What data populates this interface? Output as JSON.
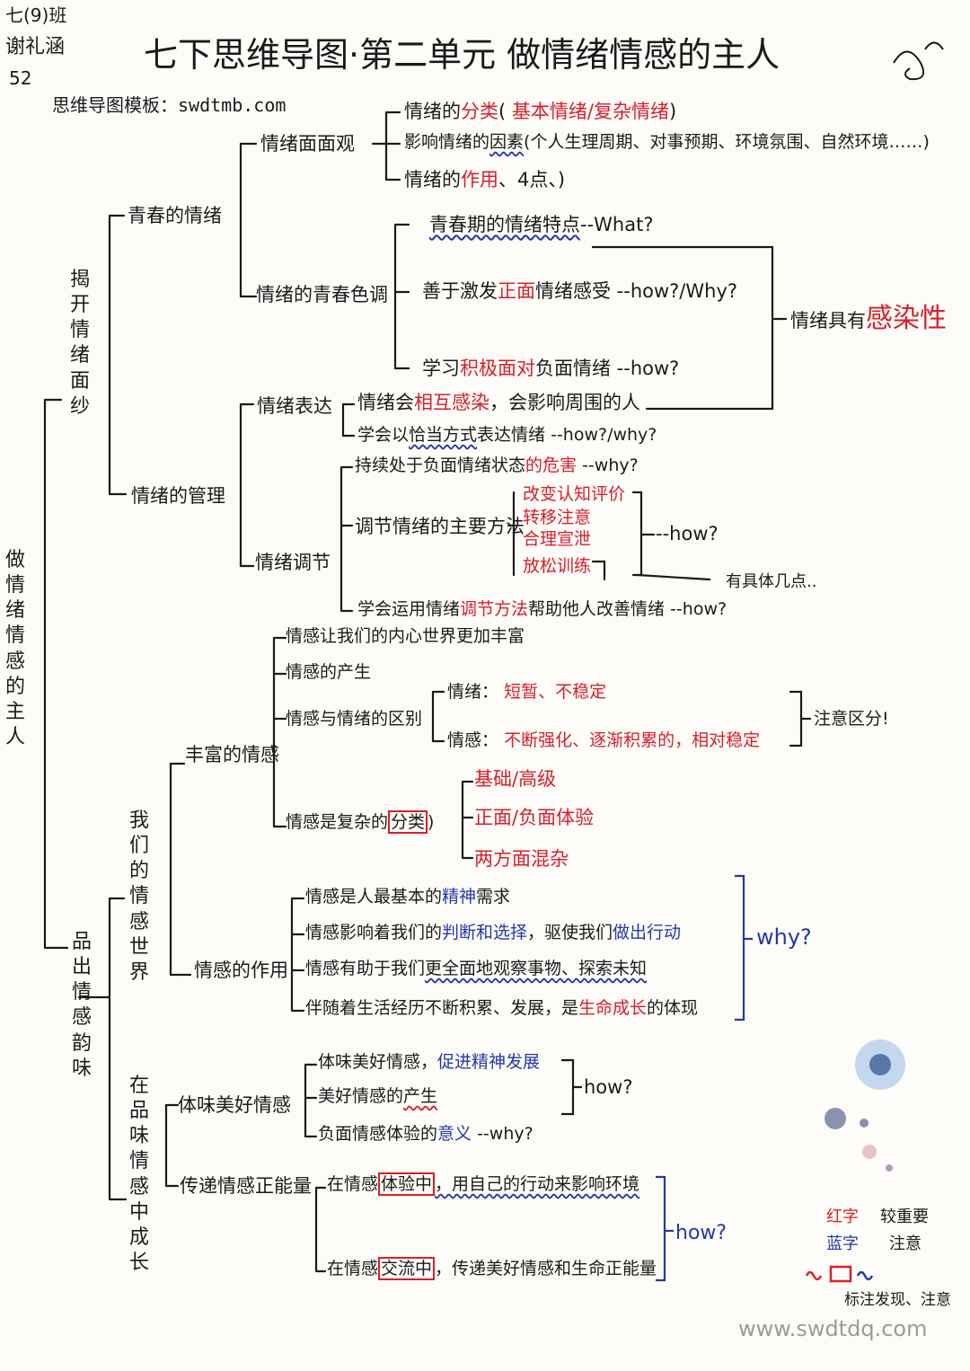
{
  "header": {
    "author_class": "七(9)班",
    "author_name": "谢礼涵",
    "author_num": "52",
    "title": "七下思维导图·第二单元 做情绪情感的主人",
    "watermark_top": "思维导图模板：swdtmb.com",
    "watermark_bottom": "www.swdtdq.com"
  },
  "root": "做情绪情感的主人",
  "branch1": {
    "label": "揭开情绪面纱",
    "sub1": {
      "label": "青春的情绪",
      "a": {
        "label": "情绪面面观",
        "items": [
          {
            "pre": "情绪的",
            "hl": "分类",
            "post": "(",
            "red": "基本情绪/复杂情绪",
            "end": ")"
          },
          {
            "pre": "影响情绪的",
            "hl": "因素",
            "post": "(个人生理周期、对事预期、环境氛围、自然环境……)"
          },
          {
            "pre": "情绪的",
            "hl": "作用",
            "post": "、4点、)"
          }
        ]
      },
      "b": {
        "label": "情绪的青春色调",
        "items": [
          {
            "pre": "青春期的情绪特点",
            "post": "--What?"
          },
          {
            "pre": "善于激发",
            "hl": "正面",
            "post": "情绪感受 --how?/Why?"
          },
          {
            "pre": "学习",
            "hl": "积极面对",
            "post": "负面情绪 --how?"
          }
        ],
        "side_pre": "情绪具有",
        "side_hl": "感染性"
      }
    },
    "sub2": {
      "label": "情绪的管理",
      "a": {
        "label": "情绪表达",
        "items": [
          {
            "pre": "情绪会",
            "hl": "相互感染",
            "post": "，会影响周围的人"
          },
          {
            "pre": "学会以",
            "wave": "恰当方式",
            "post": "表达情绪 --how?/why?"
          }
        ]
      },
      "b": {
        "label": "情绪调节",
        "item1_pre": "持续处于负面情绪状态",
        "item1_hl": "的危害",
        "item1_post": " --why?",
        "item2": "调节情绪的主要方法",
        "methods": [
          "改变认知评价",
          "转移注意",
          "合理宣泄",
          "放松训练"
        ],
        "methods_how": "--how?",
        "methods_note": "有具体几点..",
        "item3_pre": "学会运用情绪",
        "item3_hl": "调节方法",
        "item3_post": "帮助他人改善情绪 --how?"
      }
    }
  },
  "branch2": {
    "label": "品出情感韵味",
    "sub1": {
      "label": "我们的情感世界",
      "a": {
        "label": "丰富的情感",
        "items": [
          "情感让我们的内心世界更加丰富",
          "情感的产生"
        ],
        "diff_label": "情感与情绪的区别",
        "diff": [
          {
            "k": "情绪：",
            "v": "短暂、不稳定"
          },
          {
            "k": "情感：",
            "v": "不断强化、逐渐积累的，相对稳定"
          }
        ],
        "diff_note": "注意区分!",
        "complex_pre": "情感是复杂的",
        "complex_box": "分类",
        "types": [
          "基础/高级",
          "正面/负面体验",
          "两方面混杂"
        ]
      },
      "b": {
        "label": "情感的作用",
        "items": [
          {
            "pre": "情感是人最基本的",
            "blue": "精神",
            "post": "需求"
          },
          {
            "pre": "情感影响着我们的",
            "blue": "判断和选择",
            "mid": "，驱使我们",
            "blue2": "做出行动"
          },
          {
            "pre": "情感有助于我们",
            "wave": "更全面地观察事物、探索未知"
          },
          {
            "pre": "伴随着生活经历不断积累、发展，是",
            "red": "生命成长",
            "post": "的体现"
          }
        ],
        "why": "why?"
      }
    },
    "sub2": {
      "label": "在品味情感中成长",
      "a": {
        "label": "体味美好情感",
        "items": [
          {
            "pre": "体味美好情感，",
            "blue": "促进精神发展"
          },
          {
            "pre": "美好情感的",
            "hl": "产生"
          },
          {
            "pre": "负面情感体验的",
            "blue": "意义",
            "post": " --why?"
          }
        ],
        "how": "how?"
      },
      "b": {
        "label": "传递情感正能量",
        "items": [
          {
            "pre": "在情感",
            "box": "体验中",
            "post": "，用自己的行动来影响环境"
          },
          {
            "pre": "在情感",
            "box": "交流中",
            "post": "，传递美好情感和生命正能量"
          }
        ],
        "how": "how?"
      }
    }
  },
  "legend": {
    "red_label": "红字",
    "red_desc": "较重要",
    "blue_label": "蓝字",
    "blue_desc": "注意",
    "marks_desc": "标注发现、注意"
  },
  "colors": {
    "red": "#d6202a",
    "blue": "#2338a8",
    "ink": "#1a1a1a"
  }
}
